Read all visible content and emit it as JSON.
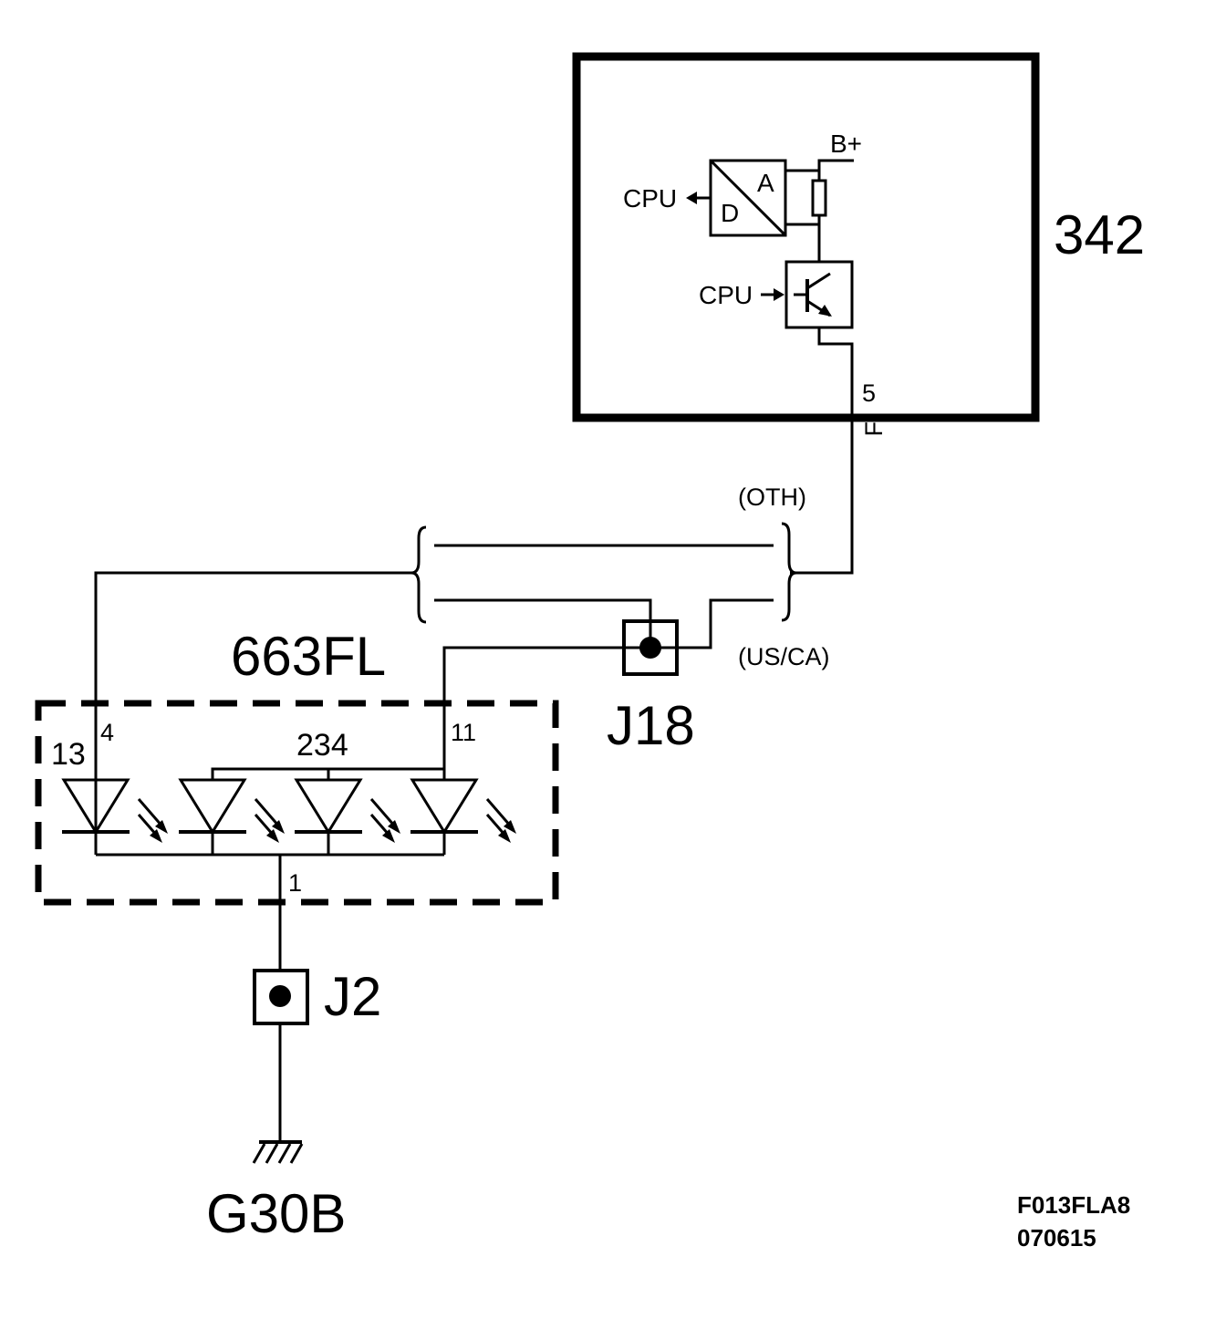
{
  "modules": {
    "control_unit": {
      "id": "342",
      "pin": "5",
      "wire_color": "F",
      "supply": "B+",
      "adc_a": "A",
      "adc_d": "D",
      "cpu_out": "CPU",
      "cpu_in": "CPU"
    },
    "lamp": {
      "id": "663FL",
      "pin_13": "13",
      "pin_4": "4",
      "pin_234": "234",
      "pin_11": "11",
      "pin_1": "1"
    }
  },
  "variants": {
    "other": "(OTH)",
    "us_ca": "(US/CA)"
  },
  "junctions": {
    "j18": "J18",
    "j2": "J2"
  },
  "ground": {
    "id": "G30B"
  },
  "reference": {
    "code": "F013FLA8",
    "date": "070615"
  },
  "colors": {
    "ink": "#000000",
    "paper": "#ffffff"
  }
}
